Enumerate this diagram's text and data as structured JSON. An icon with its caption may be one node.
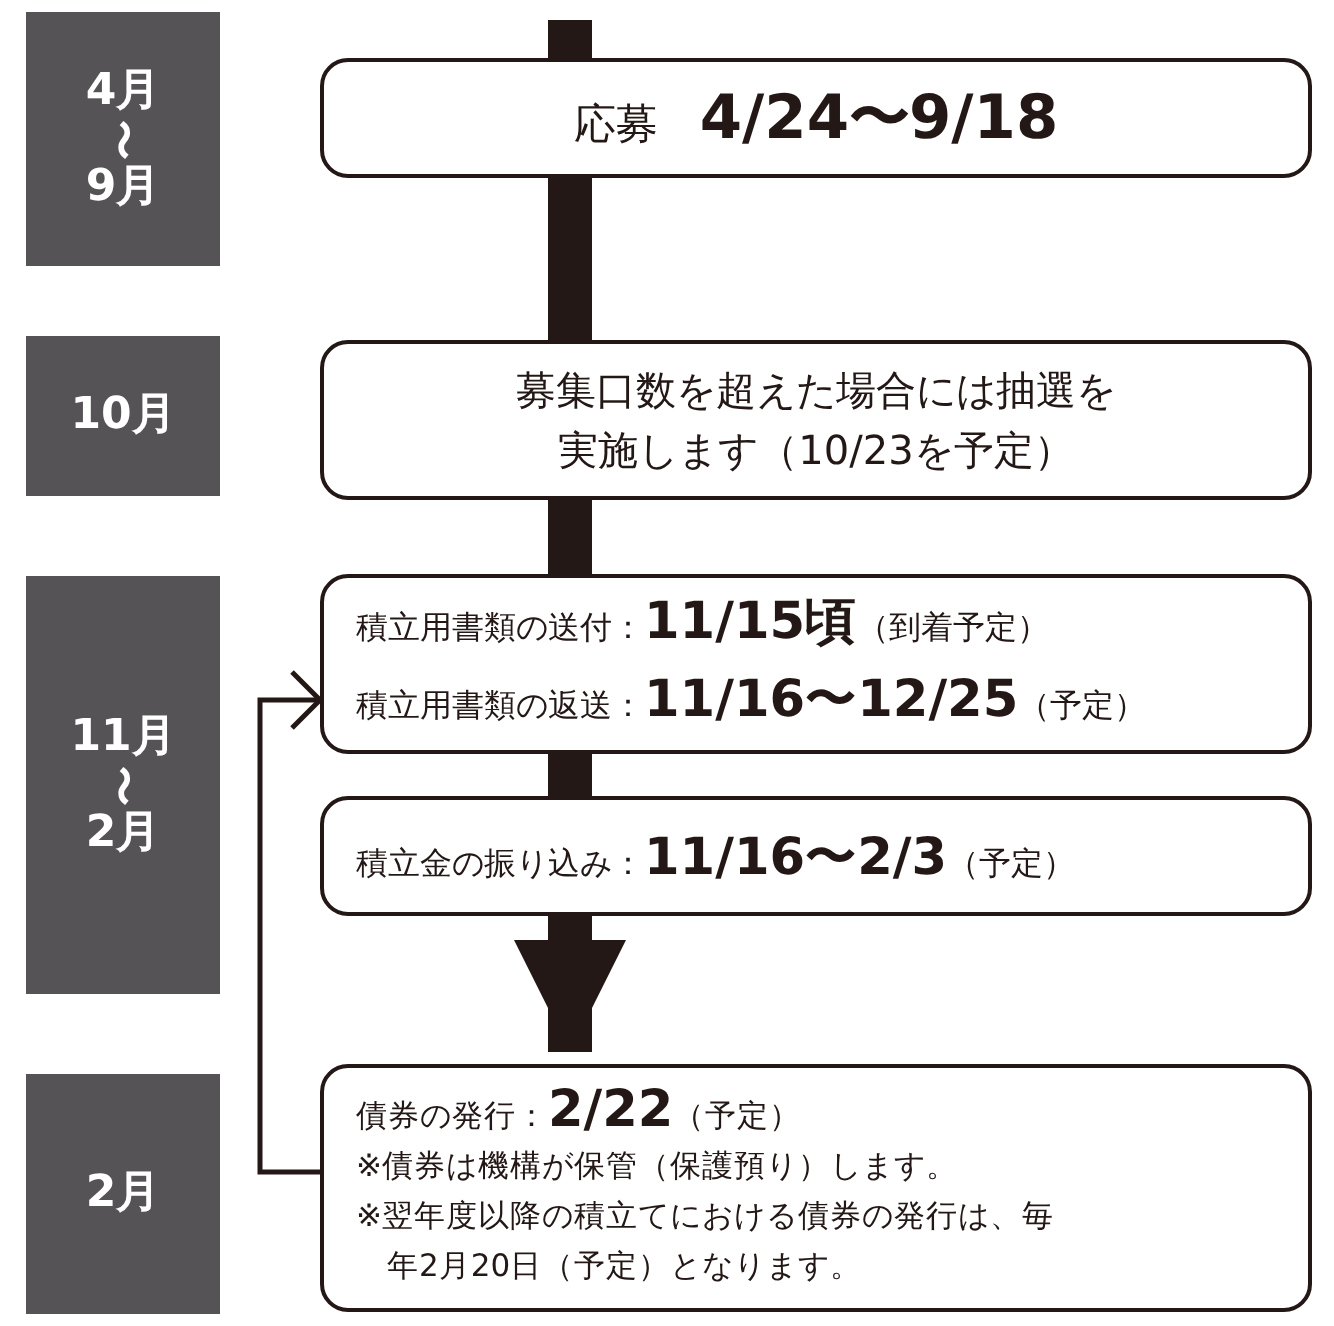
{
  "diagram": {
    "nodes": [
      {
        "text": [
          "4月〜9月"
        ]
      },
      {
        "text": [
          "応募　**4/24〜9/18**"
        ]
      },
      {
        "text": [
          "10月"
        ]
      },
      {
        "text": [
          "募集口数を超えた場合には抽選を実施します（10/23を予定）"
        ]
      },
      {
        "text": [
          "11月〜2月"
        ]
      },
      {
        "text": [
          "積立用書類の送付：**11/15頃**（到着予定）",
          "積立用書類の返送：**11/16〜12/25**（予定）"
        ]
      },
      {
        "text": [
          "積立金の振り込み：**11/16〜2/3**（予定）"
        ]
      },
      {
        "text": [
          "2月"
        ]
      },
      {
        "text": [
          "債券の発行：**2/22**（予定）",
          "※債券は機構が保管（保護預り）します。",
          "※翌年度以降の積立てにおける債券の発行は、毎年2月20日（予定）となります。"
        ]
      }
    ],
    "edges": [
      {
        "from": null,
        "to": 1,
        "arrow": "none"
      },
      {
        "from": 1,
        "to": 3,
        "arrow": "none"
      },
      {
        "from": 3,
        "to": 5,
        "arrow": "none"
      },
      {
        "from": 5,
        "to": 6,
        "arrow": "none"
      },
      {
        "from": 6,
        "to": 8,
        "arrow": "to"
      },
      {
        "from": 8,
        "to": 5,
        "arrow": "to"
      }
    ]
  }
}
